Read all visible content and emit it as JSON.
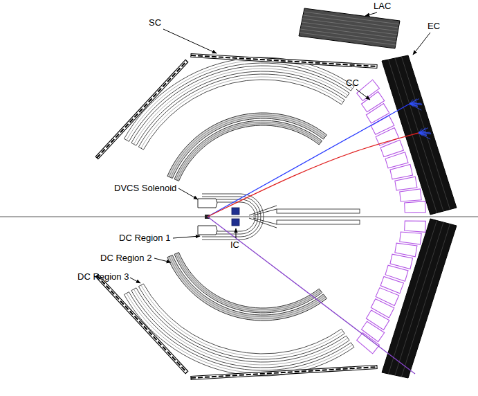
{
  "diagram": {
    "labels": [
      "LAC",
      "SC",
      "EC",
      "CC",
      "DVCS Solenoid",
      "DC Region 1",
      "DC Region 2",
      "DC Region 3",
      "IC"
    ]
  }
}
